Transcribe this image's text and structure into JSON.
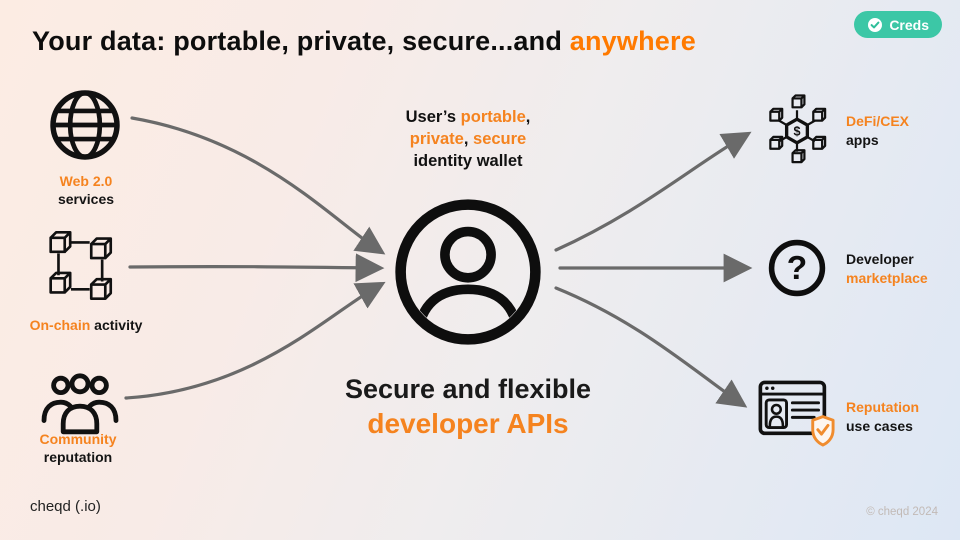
{
  "colors": {
    "accent_orange": "#f5831f",
    "title_orange": "#ff7a00",
    "badge_teal": "#3cc7a6",
    "arrow_gray": "#6a6a6a",
    "text_black": "#141414"
  },
  "header": {
    "title_prefix": "Your data: portable, private, secure...and ",
    "title_highlight": "anywhere",
    "badge_label": "Creds"
  },
  "sources": [
    {
      "icon": "globe-icon",
      "primary": "Web 2.0",
      "secondary": "services"
    },
    {
      "icon": "blockchain-icon",
      "primary": "On-chain",
      "secondary": "activity"
    },
    {
      "icon": "community-icon",
      "primary": "Community",
      "secondary": "reputation"
    }
  ],
  "center": {
    "icon": "identity-wallet-icon",
    "caption_line1_a": "User’s ",
    "caption_line1_b": "portable",
    "caption_line1_c": ",",
    "caption_line2_a": "private",
    "caption_line2_b": ", ",
    "caption_line2_c": "secure",
    "caption_line3": "identity wallet",
    "headline_line1": "Secure and flexible",
    "headline_line2": "developer APIs"
  },
  "destinations": [
    {
      "icon": "defi-network-icon",
      "line1": "DeFi/CEX",
      "line2": "apps"
    },
    {
      "icon": "question-mark-icon",
      "line1": "Developer",
      "line2": "marketplace"
    },
    {
      "icon": "reputation-browser-icon",
      "line1": "Reputation",
      "line2": "use cases"
    }
  ],
  "footer": {
    "brand": "cheqd (.io)",
    "copyright": "© cheqd 2024"
  }
}
